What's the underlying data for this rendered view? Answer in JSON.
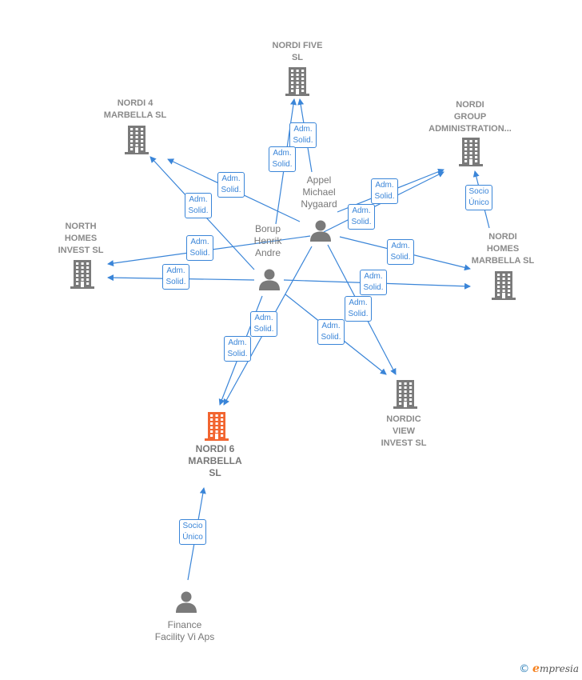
{
  "colors": {
    "edge": "#3a85d8",
    "company_icon": "#7a7a7a",
    "focus_company_icon": "#f26530",
    "person_icon": "#7a7a7a",
    "label": "#8a8a8a"
  },
  "nodes": {
    "nordi_five": {
      "label": "NORDI FIVE\nSL",
      "type": "company",
      "icon": "building-icon"
    },
    "nordi_4": {
      "label": "NORDI 4\nMARBELLA  SL",
      "type": "company",
      "icon": "building-icon"
    },
    "nordi_group": {
      "label": "NORDI\nGROUP\nADMINISTRATION...",
      "type": "company",
      "icon": "building-icon"
    },
    "north_homes": {
      "label": "NORTH\nHOMES\nINVEST  SL",
      "type": "company",
      "icon": "building-icon"
    },
    "nordi_homes": {
      "label": "NORDI\nHOMES\nMARBELLA  SL",
      "type": "company",
      "icon": "building-icon"
    },
    "nordic_view": {
      "label": "NORDIC\nVIEW\nINVEST  SL",
      "type": "company",
      "icon": "building-icon"
    },
    "nordi_6": {
      "label": "NORDI 6\nMARBELLA\nSL",
      "type": "focus-company",
      "icon": "building-icon"
    },
    "appel": {
      "label": "Appel\nMichael\nNygaard",
      "type": "person",
      "icon": "person-icon"
    },
    "borup": {
      "label": "Borup\nHenrik\nAndre",
      "type": "person",
      "icon": "person-icon"
    },
    "finance": {
      "label": "Finance\nFacility Vi Aps",
      "type": "person",
      "icon": "person-icon"
    }
  },
  "edges": [
    {
      "from": "appel",
      "to": "nordi_five",
      "label": "Adm.\nSolid."
    },
    {
      "from": "borup",
      "to": "nordi_five",
      "label": "Adm.\nSolid."
    },
    {
      "from": "appel",
      "to": "nordi_4",
      "label": "Adm.\nSolid."
    },
    {
      "from": "borup",
      "to": "nordi_4",
      "label": "Adm.\nSolid."
    },
    {
      "from": "appel",
      "to": "nordi_group",
      "label": "Adm.\nSolid."
    },
    {
      "from": "borup",
      "to": "nordi_group",
      "label": "Adm.\nSolid."
    },
    {
      "from": "nordi_homes",
      "to": "nordi_group",
      "label": "Socio\nÚnico"
    },
    {
      "from": "appel",
      "to": "north_homes",
      "label": "Adm.\nSolid."
    },
    {
      "from": "borup",
      "to": "north_homes",
      "label": "Adm.\nSolid."
    },
    {
      "from": "appel",
      "to": "nordi_homes",
      "label": "Adm.\nSolid."
    },
    {
      "from": "borup",
      "to": "nordi_homes",
      "label": "Adm.\nSolid."
    },
    {
      "from": "appel",
      "to": "nordic_view",
      "label": "Adm.\nSolid."
    },
    {
      "from": "borup",
      "to": "nordic_view",
      "label": "Adm.\nSolid."
    },
    {
      "from": "appel",
      "to": "nordi_6",
      "label": "Adm.\nSolid."
    },
    {
      "from": "borup",
      "to": "nordi_6",
      "label": "Adm.\nSolid."
    },
    {
      "from": "finance",
      "to": "nordi_6",
      "label": "Socio\nÚnico"
    }
  ],
  "brand": {
    "copyright": "©",
    "initial": "e",
    "rest": "mpresia"
  }
}
